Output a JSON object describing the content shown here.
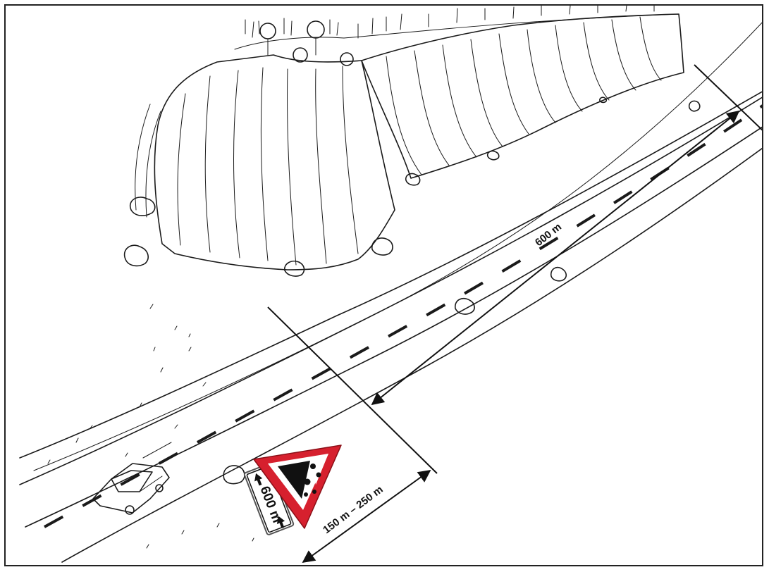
{
  "diagram": {
    "distance_label": "600 m",
    "placement_label": "150 m – 250 m",
    "sign": {
      "symbol": "falling-rocks",
      "plate_text": "600 m",
      "border_color": "#d6202e",
      "fill_color": "#ffffff"
    }
  }
}
